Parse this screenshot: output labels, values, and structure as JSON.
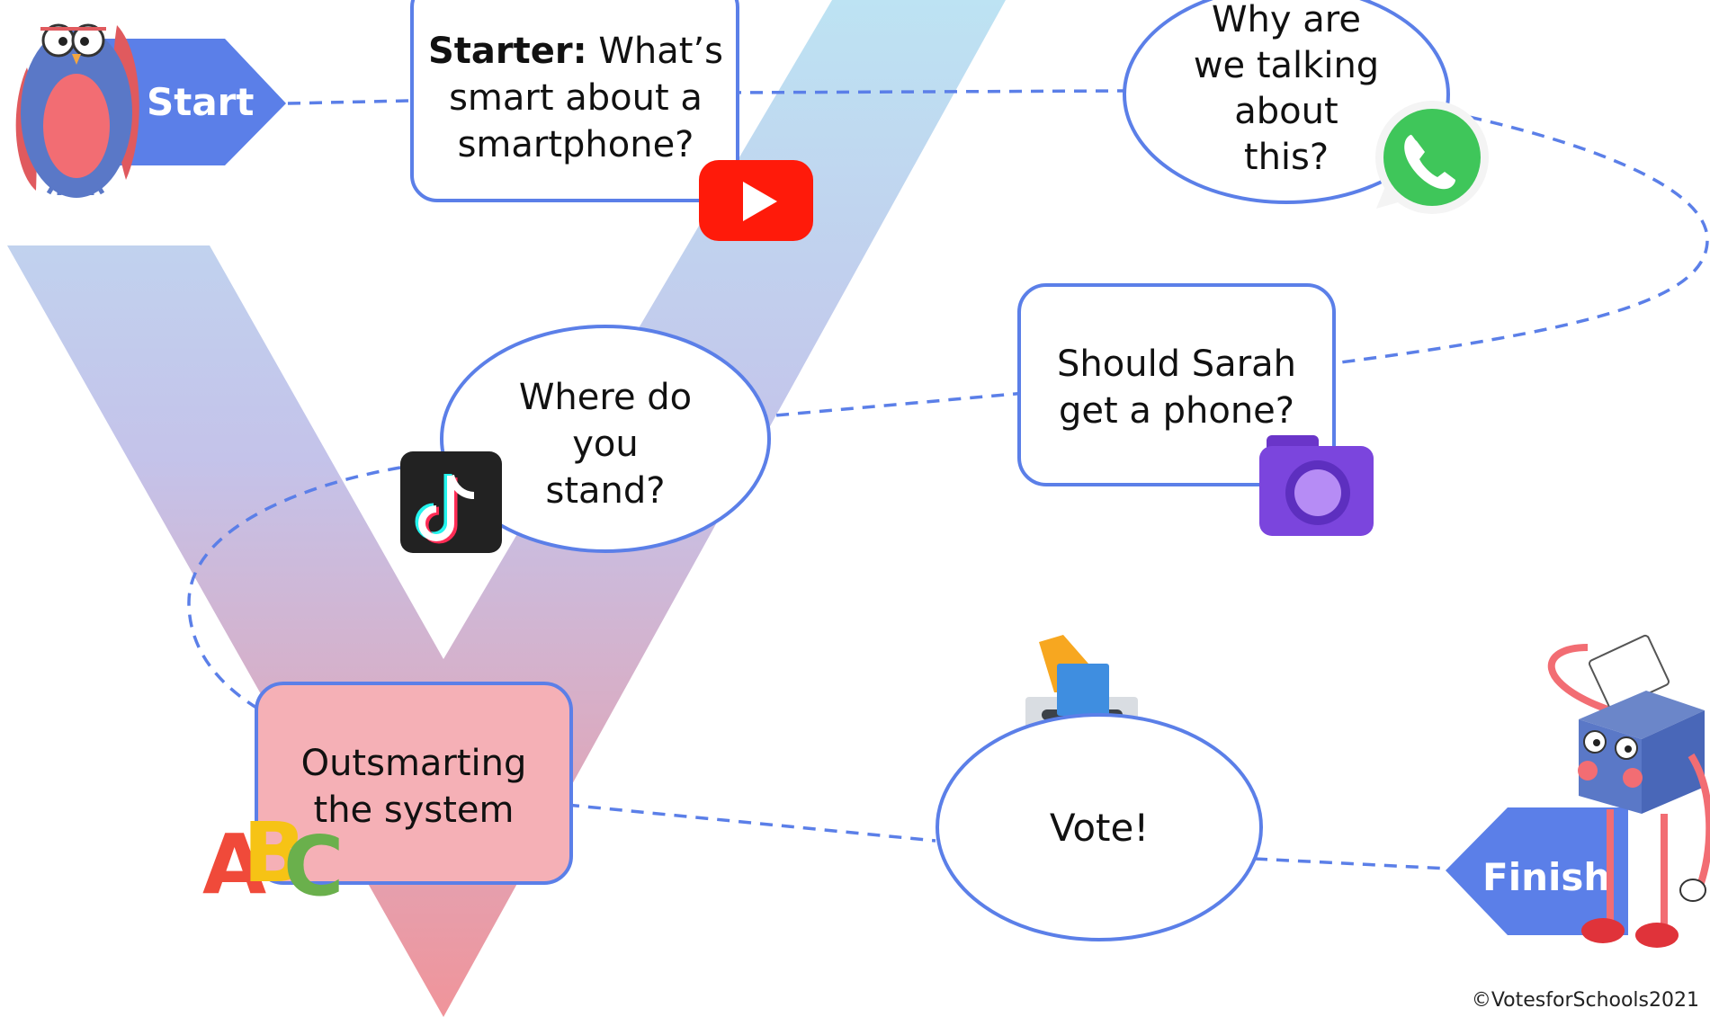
{
  "start": {
    "label": "Start"
  },
  "finish": {
    "label": "Finish"
  },
  "steps": {
    "starter": {
      "bold": "Starter:",
      "line1": "What’s",
      "line2": "smart about a",
      "line3": "smartphone?"
    },
    "why": {
      "line1": "Why are",
      "line2": "we talking",
      "line3": "about",
      "line4": "this?"
    },
    "sarah": {
      "line1": "Should Sarah",
      "line2": "get a phone?"
    },
    "stand": {
      "line1": "Where do",
      "line2": "you",
      "line3": "stand?"
    },
    "outsmart": {
      "line1": "Outsmarting",
      "line2": "the system"
    },
    "vote": {
      "label": "Vote!"
    }
  },
  "icons": {
    "abc": {
      "a": "A",
      "b": "B",
      "c": "C"
    }
  },
  "copyright": "©VotesforSchools2021",
  "colors": {
    "accent": "#5b7fe8",
    "outline": "#5b7fe8",
    "youtube": "#ff0000",
    "whatsapp": "#25d366",
    "camera": "#7b3fe0",
    "outsmart_fill": "#f5b0b6",
    "v_top": "#b9d9f2",
    "v_bottom": "#f0949a"
  }
}
